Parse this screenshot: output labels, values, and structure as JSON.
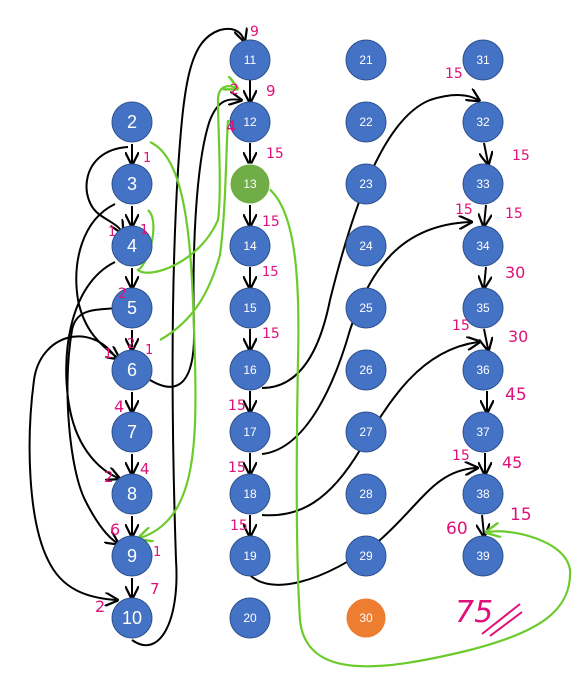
{
  "colors": {
    "node_default": "#4472c4",
    "node_stroke": "#2f528f",
    "node_start": "#70ad47",
    "node_end": "#ed7d31",
    "edge_black": "#000000",
    "edge_green": "#6ccb2c",
    "annotation": "#e0107a"
  },
  "nodes": [
    {
      "id": "2",
      "label": "2",
      "style": "default"
    },
    {
      "id": "3",
      "label": "3",
      "style": "default"
    },
    {
      "id": "4",
      "label": "4",
      "style": "default"
    },
    {
      "id": "5",
      "label": "5",
      "style": "default"
    },
    {
      "id": "6",
      "label": "6",
      "style": "default"
    },
    {
      "id": "7",
      "label": "7",
      "style": "default"
    },
    {
      "id": "8",
      "label": "8",
      "style": "default"
    },
    {
      "id": "9",
      "label": "9",
      "style": "default"
    },
    {
      "id": "10",
      "label": "10",
      "style": "default"
    },
    {
      "id": "11",
      "label": "11",
      "style": "default"
    },
    {
      "id": "12",
      "label": "12",
      "style": "default"
    },
    {
      "id": "13",
      "label": "13",
      "style": "start"
    },
    {
      "id": "14",
      "label": "14",
      "style": "default"
    },
    {
      "id": "15",
      "label": "15",
      "style": "default"
    },
    {
      "id": "16",
      "label": "16",
      "style": "default"
    },
    {
      "id": "17",
      "label": "17",
      "style": "default"
    },
    {
      "id": "18",
      "label": "18",
      "style": "default"
    },
    {
      "id": "19",
      "label": "19",
      "style": "default"
    },
    {
      "id": "20",
      "label": "20",
      "style": "default"
    },
    {
      "id": "21",
      "label": "21",
      "style": "default"
    },
    {
      "id": "22",
      "label": "22",
      "style": "default"
    },
    {
      "id": "23",
      "label": "23",
      "style": "default"
    },
    {
      "id": "24",
      "label": "24",
      "style": "default"
    },
    {
      "id": "25",
      "label": "25",
      "style": "default"
    },
    {
      "id": "26",
      "label": "26",
      "style": "default"
    },
    {
      "id": "27",
      "label": "27",
      "style": "default"
    },
    {
      "id": "28",
      "label": "28",
      "style": "default"
    },
    {
      "id": "29",
      "label": "29",
      "style": "default"
    },
    {
      "id": "30",
      "label": "30",
      "style": "end"
    },
    {
      "id": "31",
      "label": "31",
      "style": "default"
    },
    {
      "id": "32",
      "label": "32",
      "style": "default"
    },
    {
      "id": "33",
      "label": "33",
      "style": "default"
    },
    {
      "id": "34",
      "label": "34",
      "style": "default"
    },
    {
      "id": "35",
      "label": "35",
      "style": "default"
    },
    {
      "id": "36",
      "label": "36",
      "style": "default"
    },
    {
      "id": "37",
      "label": "37",
      "style": "default"
    },
    {
      "id": "38",
      "label": "38",
      "style": "default"
    },
    {
      "id": "39",
      "label": "39",
      "style": "default"
    }
  ],
  "annotations": {
    "a2_3": "1",
    "a3_4a": "1",
    "a3_4b": "1",
    "a4_5": "2",
    "a5_6a": "1",
    "a5_6b": "2",
    "a5_6c": "1",
    "a6_7": "4",
    "a7_8a": "2",
    "a7_8b": "4",
    "a8_9a": "6",
    "a8_9b": "1",
    "a9_10a": "7",
    "a9_10b": "2",
    "a11": "9",
    "a11_12a": "2",
    "a11_12b": "9",
    "a12_13": "4",
    "a13_14a": "15",
    "a13_14b": "15",
    "a14_15": "15",
    "a15_16": "15",
    "a16_17": "15",
    "a17_18": "15",
    "a18_19": "15",
    "a31": "15",
    "a32_33": "15",
    "a33_34a": "15",
    "a33_34b": "15",
    "a34_35": "30",
    "a35_36a": "15",
    "a35_36b": "30",
    "a36_37": "45",
    "a37_38a": "15",
    "a37_38b": "45",
    "a38_39a": "15",
    "a38_39b": "60",
    "total": "75"
  }
}
